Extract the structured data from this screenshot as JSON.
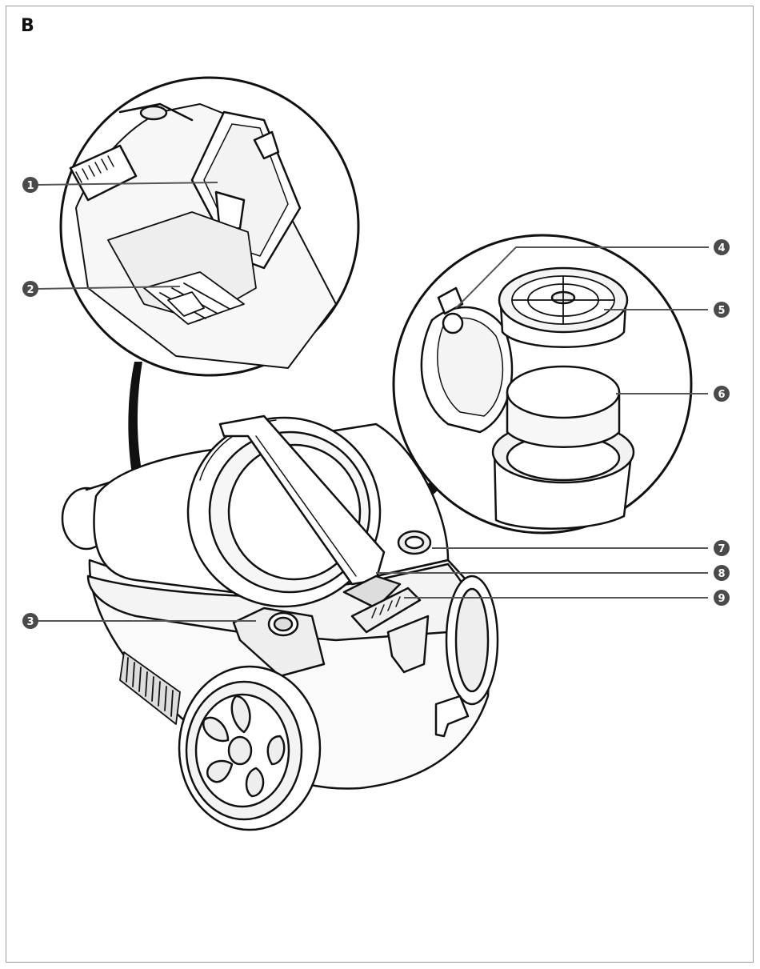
{
  "page": {
    "section_letter": "B"
  },
  "callouts": [
    {
      "number": "1"
    },
    {
      "number": "2"
    },
    {
      "number": "3"
    },
    {
      "number": "4"
    },
    {
      "number": "5"
    },
    {
      "number": "6"
    },
    {
      "number": "7"
    },
    {
      "number": "8"
    },
    {
      "number": "9"
    }
  ],
  "colors": {
    "badge": "#4a4a4a",
    "line": "#111111",
    "leader": "#555555",
    "fill": "#f2f2f2"
  }
}
